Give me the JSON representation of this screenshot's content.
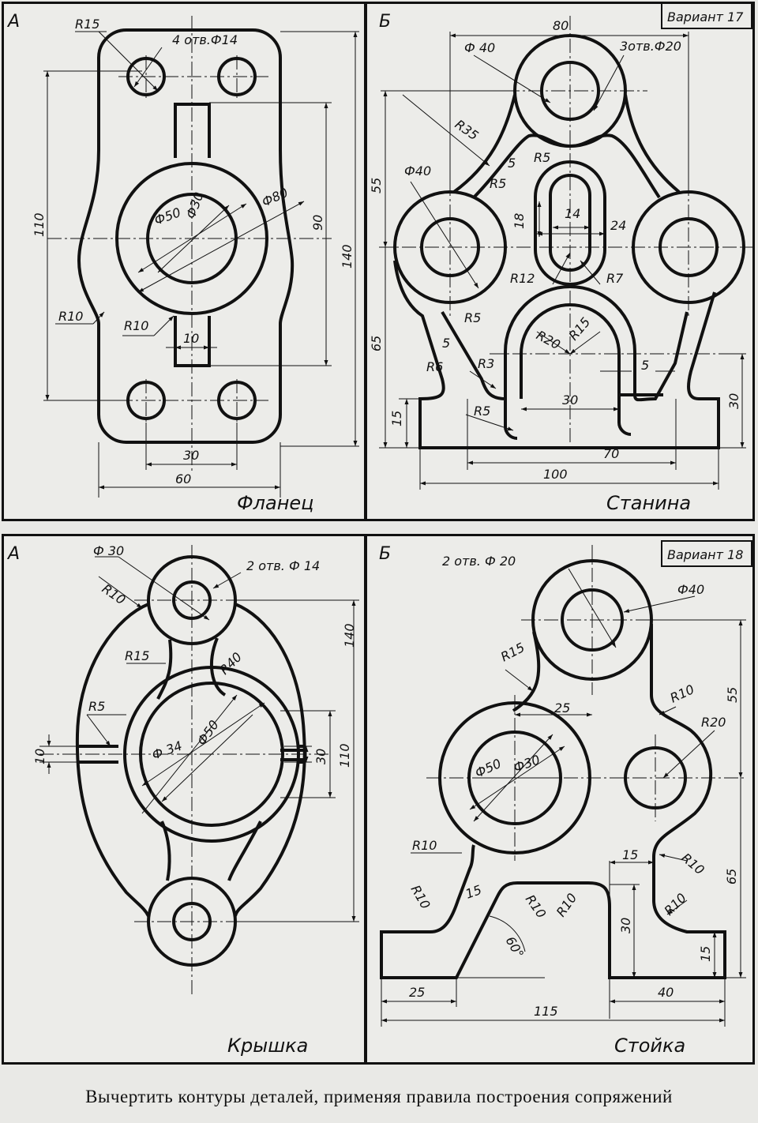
{
  "caption": "Вычертить контуры деталей, применяя правила построения сопряжений",
  "panels": {
    "p1": {
      "letter": "А",
      "title": "Фланец",
      "dims": [
        "R15",
        "4 отв.Ф14",
        "Ф50",
        "Ф30",
        "Ф80",
        "110",
        "90",
        "140",
        "R10",
        "R10",
        "10",
        "30",
        "60"
      ]
    },
    "p2": {
      "letter": "Б",
      "variant": "Вариант 17",
      "title": "Станина",
      "dims": [
        "80",
        "Ф 40",
        "3отв.Ф20",
        "R35",
        "R5",
        "5",
        "R5",
        "Ф40",
        "55",
        "18",
        "14",
        "24",
        "R12",
        "R7",
        "R5",
        "5",
        "R6",
        "R3",
        "R20",
        "R15",
        "5",
        "65",
        "15",
        "R5",
        "30",
        "30",
        "70",
        "100"
      ]
    },
    "p3": {
      "letter": "А",
      "title": "Крышка",
      "dims": [
        "Ф 30",
        "2 отв. Ф 14",
        "R10",
        "R15",
        "R40",
        "R5",
        "Ф 34",
        "Ф50",
        "10",
        "30",
        "110",
        "140"
      ]
    },
    "p4": {
      "letter": "Б",
      "variant": "Вариант 18",
      "title": "Стойка",
      "dims": [
        "2 отв. Ф 20",
        "Ф40",
        "R15",
        "55",
        "R10",
        "25",
        "R20",
        "Ф50",
        "Ф30",
        "R10",
        "15",
        "R10",
        "65",
        "R10",
        "15",
        "R10",
        "R10",
        "R10",
        "60°",
        "30",
        "15",
        "25",
        "40",
        "115"
      ]
    }
  }
}
